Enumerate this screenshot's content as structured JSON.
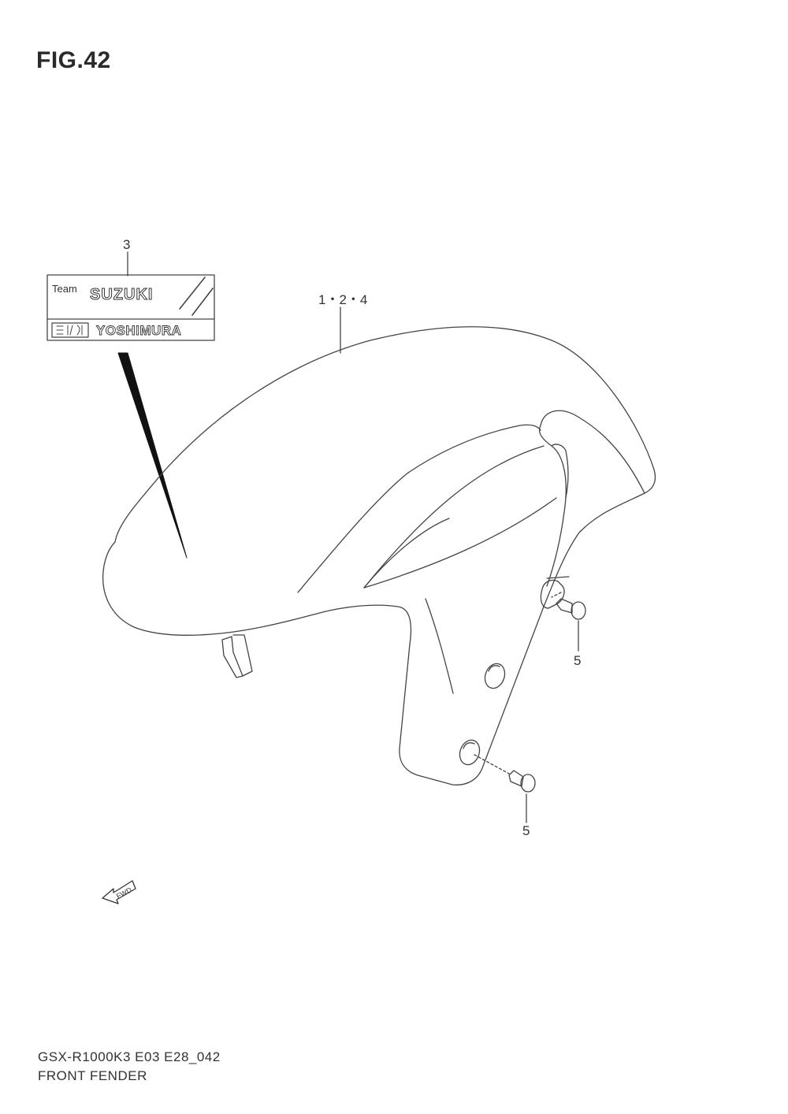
{
  "figure": {
    "title": "FIG.42"
  },
  "callouts": {
    "decal": "3",
    "fender": "1・2・4",
    "bolt_upper": "5",
    "bolt_lower": "5"
  },
  "decal": {
    "team": "Team",
    "brand": "SUZUKI",
    "sponsor": "YOSHIMURA"
  },
  "fwd_label": "FWD",
  "footer": {
    "model_code": "GSX-R1000K3 E03 E28_042",
    "part_name": "FRONT FENDER"
  }
}
